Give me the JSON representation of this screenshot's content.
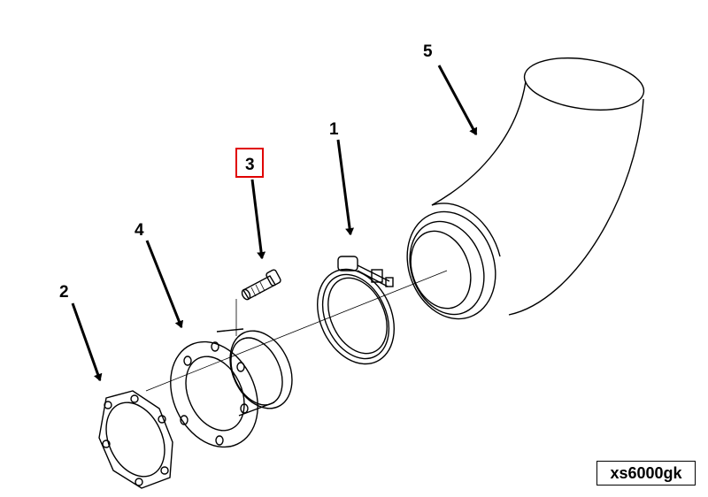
{
  "diagram": {
    "callouts": [
      {
        "id": "1",
        "label": "1",
        "part": "clamp"
      },
      {
        "id": "2",
        "label": "2",
        "part": "gasket"
      },
      {
        "id": "3",
        "label": "3",
        "part": "bolt",
        "highlighted": true
      },
      {
        "id": "4",
        "label": "4",
        "part": "flange-adapter"
      },
      {
        "id": "5",
        "label": "5",
        "part": "elbow"
      }
    ],
    "reference_code": "xs6000gk",
    "highlight_color": "#e00000"
  }
}
